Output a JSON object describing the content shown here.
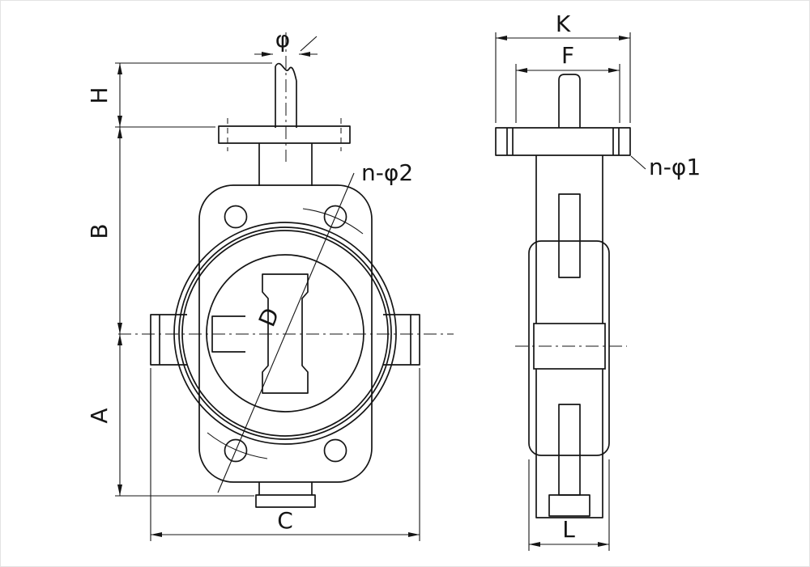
{
  "drawing": {
    "background": "#ffffff",
    "line_color": "#151515",
    "front_view": {
      "dim_phi": "φ",
      "dim_h": "H",
      "dim_b": "B",
      "dim_a": "A",
      "dim_c": "C",
      "dim_d": "D",
      "bolt_note": "n-φ2"
    },
    "side_view": {
      "dim_k": "K",
      "dim_f": "F",
      "dim_l": "L",
      "bolt_note": "n-φ1"
    }
  }
}
